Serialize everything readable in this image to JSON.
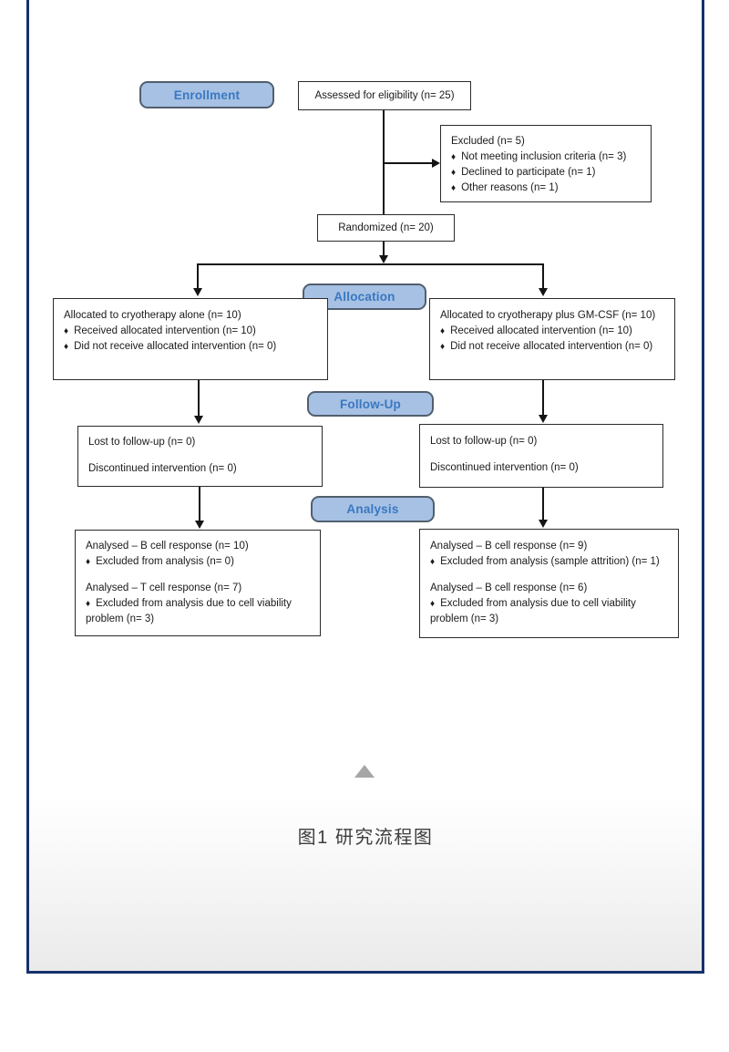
{
  "figure": {
    "caption": "图1 研究流程图"
  },
  "flowchart": {
    "bullet_char": "♦",
    "stages": {
      "enrollment": "Enrollment",
      "allocation": "Allocation",
      "followup": "Follow-Up",
      "analysis": "Analysis"
    },
    "assessed": {
      "text": "Assessed for eligibility (n= 25)"
    },
    "excluded": {
      "title": "Excluded (n= 5)",
      "bullets": [
        "Not meeting inclusion criteria (n= 3)",
        "Declined to participate (n= 1)",
        "Other reasons (n= 1)"
      ]
    },
    "randomized": {
      "text": "Randomized (n= 20)"
    },
    "allocation_left": {
      "title": "Allocated to cryotherapy alone (n= 10)",
      "bullets": [
        "Received allocated intervention (n= 10)",
        "Did not receive allocated intervention (n= 0)"
      ]
    },
    "allocation_right": {
      "title": "Allocated to cryotherapy plus GM-CSF (n= 10)",
      "bullets": [
        "Received allocated intervention (n= 10)",
        "Did not receive allocated intervention (n= 0)"
      ]
    },
    "followup_left": {
      "line1": "Lost to follow-up (n= 0)",
      "line2": "Discontinued intervention (n= 0)"
    },
    "followup_right": {
      "line1": "Lost to follow-up (n= 0)",
      "line2": "Discontinued intervention (n= 0)"
    },
    "analysis_left": {
      "group1_title": "Analysed – B cell response (n= 10)",
      "group1_bullet": "Excluded from analysis (n= 0)",
      "group2_title": "Analysed – T cell response (n= 7)",
      "group2_bullet": "Excluded from analysis due to cell viability problem (n= 3)"
    },
    "analysis_right": {
      "group1_title": "Analysed – B cell response (n= 9)",
      "group1_bullet": "Excluded from analysis (sample attrition) (n= 1)",
      "group2_title": "Analysed – B cell response (n= 6)",
      "group2_bullet": "Excluded from analysis due to cell viability problem (n= 3)"
    },
    "colors": {
      "frame_border": "#14316b",
      "stage_fill": "#a6c1e3",
      "stage_border": "#515f6e",
      "stage_text": "#3a78c2"
    }
  }
}
